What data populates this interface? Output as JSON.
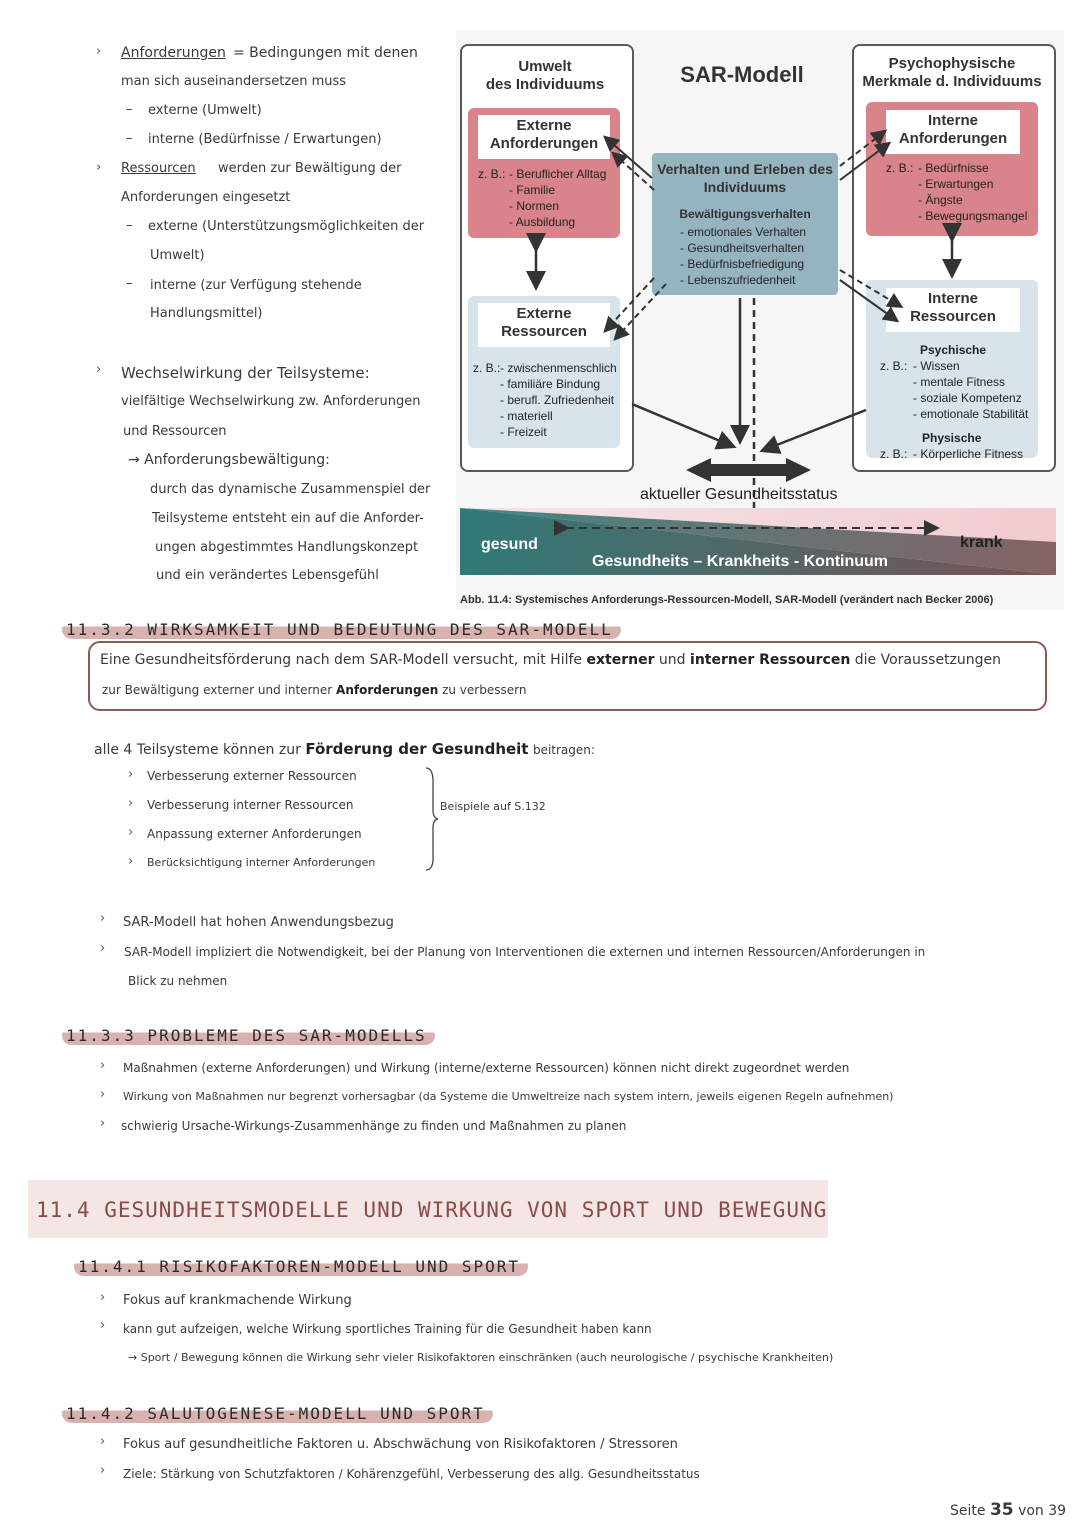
{
  "notes_top": {
    "anf_term": "Anforderungen",
    "anf_def": "= Bedingungen mit denen",
    "anf_def2": "man sich auseinandersetzen muss",
    "anf_ext": "externe  (Umwelt)",
    "anf_int": "interne  (Bedürfnisse / Erwartungen)",
    "res_term": "Ressourcen",
    "res_def": "werden zur Bewältigung der",
    "res_def2": "Anforderungen eingesetzt",
    "res_ext": "externe  (Unterstützungsmöglichkeiten der",
    "res_ext2": "Umwelt)",
    "res_int": "interne  (zur Verfügung stehende",
    "res_int2": "Handlungsmittel)",
    "ww_title": "Wechselwirkung der Teilsysteme:",
    "ww_1": "vielfältige Wechselwirkung zw. Anforderungen",
    "ww_2": "und Ressourcen",
    "ab_title": "→ Anforderungsbewältigung:",
    "ab_1": "durch das dynamische Zusammenspiel der",
    "ab_2": "Teilsysteme entsteht ein auf die Anforder-",
    "ab_3": "ungen abgestimmtes Handlungskonzept",
    "ab_4": "und ein verändertes Lebensgefühl"
  },
  "diagram": {
    "title": "SAR-Modell",
    "left_header": "Umwelt\ndes Individuums",
    "right_header": "Psychophysische\nMerkmale d. Individuums",
    "ext_anf_title": "Externe\nAnforderungen",
    "ext_anf_zb": "z. B.:",
    "ext_anf_items": "- Beruflicher Alltag\n- Familie\n- Normen\n- Ausbildung",
    "ext_res_title": "Externe\nRessourcen",
    "ext_res_zb": "z. B.:",
    "ext_res_items": "- zwischenmenschlich\n- familiäre Bindung\n- berufl. Zufriedenheit\n- materiell\n- Freizeit",
    "center_title": "Verhalten und Erleben des\nIndividuums",
    "center_sub": "Bewältigungsverhalten",
    "center_items": "- emotionales Verhalten\n- Gesundheitsverhalten\n- Bedürfnisbefriedigung\n- Lebenszufriedenheit",
    "int_anf_title": "Interne\nAnforderungen",
    "int_anf_zb": "z. B.:",
    "int_anf_items": "- Bedürfnisse\n- Erwartungen\n- Ängste\n- Bewegungsmangel",
    "int_res_title": "Interne\nRessourcen",
    "int_res_psych": "Psychische",
    "int_res_zb": "z. B.:",
    "int_res_items": "- Wissen\n- mentale Fitness\n- soziale Kompetenz\n- emotionale Stabilität",
    "int_res_phys": "Physische",
    "int_res_zb2": "z. B.:",
    "int_res_phys_item": "- Körperliche Fitness",
    "status": "aktueller Gesundheitsstatus",
    "gesund": "gesund",
    "krank": "krank",
    "kontinuum": "Gesundheits – Krankheits - Kontinuum",
    "caption": "Abb. 11.4: Systemisches Anforderungs-Ressourcen-Modell, SAR-Modell (verändert nach Becker 2006)"
  },
  "s1132": {
    "heading": "11.3.2 WIRKSAMKEIT UND BEDEUTUNG DES SAR-MODELL",
    "box_a": "Eine Gesundheitsförderung nach dem SAR-Modell versucht, mit Hilfe",
    "box_b1": "externer",
    "box_und": "und",
    "box_b2": "interner Ressourcen",
    "box_c": "die Voraussetzungen",
    "box_d": "zur Bewältigung externer und interner",
    "box_b3": "Anforderungen",
    "box_e": "zu verbessern",
    "alle_a": "alle 4 Teilsysteme können zur",
    "alle_b": "Förderung der Gesundheit",
    "alle_c": "beitragen:",
    "list": [
      "Verbesserung externer Ressourcen",
      "Verbesserung interner Ressourcen",
      "Anpassung externer Anforderungen",
      "Berücksichtigung interner Anforderungen"
    ],
    "beispiele": "Beispiele auf S.132",
    "p1": "SAR-Modell hat hohen Anwendungsbezug",
    "p2": "SAR-Modell impliziert die Notwendigkeit, bei der Planung von Interventionen die externen und internen Ressourcen/Anforderungen in",
    "p2b": "Blick zu nehmen"
  },
  "s1133": {
    "heading": "11.3.3 PROBLEME DES SAR-MODELLS",
    "p1": "Maßnahmen (externe Anforderungen) und Wirkung (interne/externe Ressourcen) können nicht direkt zugeordnet werden",
    "p2": "Wirkung von Maßnahmen nur begrenzt vorhersagbar (da Systeme die Umweltreize nach system intern, jeweils eigenen Regeln aufnehmen)",
    "p3": "schwierig Ursache-Wirkungs-Zusammenhänge zu finden und Maßnahmen zu planen"
  },
  "s114": {
    "heading": "11.4 GESUNDHEITSMODELLE UND WIRKUNG VON SPORT UND BEWEGUNG"
  },
  "s1141": {
    "heading": "11.4.1 RISIKOFAKTOREN-MODELL UND SPORT",
    "p1": "Fokus auf krankmachende Wirkung",
    "p2": "kann gut aufzeigen, welche Wirkung sportliches Training für die Gesundheit haben kann",
    "p3": "→ Sport / Bewegung können die Wirkung sehr vieler Risikofaktoren einschränken   (auch neurologische / psychische Krankheiten)"
  },
  "s1142": {
    "heading": "11.4.2 SALUTOGENESE-MODELL UND SPORT",
    "p1": "Fokus auf gesundheitliche Faktoren u. Abschwächung von Risikofaktoren / Stressoren",
    "p2": "Ziele: Stärkung von Schutzfaktoren / Kohärenzgefühl, Verbesserung des allg. Gesundheitsstatus"
  },
  "footer": {
    "pre": "Seite",
    "num": "35",
    "post": "von 39"
  },
  "colors": {
    "red_box": "#d9838a",
    "blue_box": "#d9e3ea",
    "center_box": "#96b4bf",
    "accent": "#8a4a48",
    "teal": "#3a7d7b"
  }
}
